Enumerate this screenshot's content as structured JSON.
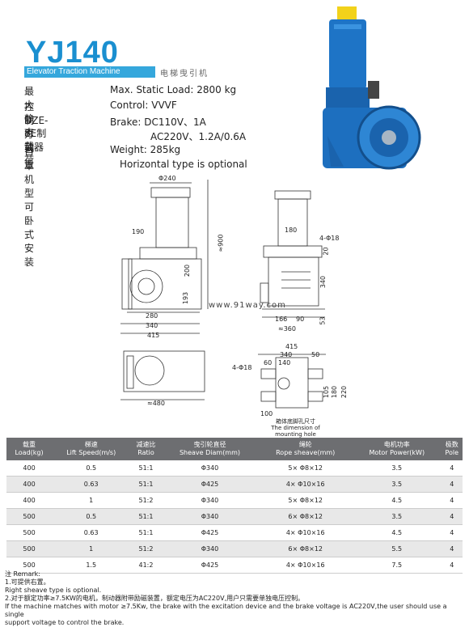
{
  "header": {
    "logo": "YJ140",
    "subtitle_en": "Elevator Traction Machine",
    "subtitle_cn": "电梯曳引机"
  },
  "specs": [
    {
      "cn": "最大静态载荷",
      "en": "Max. Static Load: 2800 kg"
    },
    {
      "cn": "控 制 方 式",
      "en": "Control: VVVF"
    },
    {
      "cn": "DZE-8E制动器",
      "en": "Brake: DC110V、1A"
    },
    {
      "cn": "",
      "en": "AC220V、1.2A/0.6A"
    },
    {
      "cn": "自          重",
      "en": "Weight: 285kg"
    },
    {
      "cn": "本机型可卧式安装",
      "en": "Horizontal type is optional"
    }
  ],
  "dims_front": {
    "d240": "Φ240",
    "h900": "≈900",
    "w190": "190",
    "w200": "200",
    "w193": "193",
    "w280": "280",
    "w340": "340",
    "w415": "415",
    "w480": "≈480"
  },
  "dims_side": {
    "d180": "180",
    "d20": "20",
    "hole": "4-Φ18",
    "d340": "340",
    "d53": "53",
    "d166": "166",
    "d90": "90",
    "d360": "≈360"
  },
  "dims_holes": {
    "w415": "415",
    "w340": "340",
    "w50": "50",
    "w60": "60",
    "w140": "140",
    "hole": "4-Φ18",
    "h105": "105",
    "h180": "180",
    "h220": "220",
    "w100": "100",
    "caption_cn": "箱体底脚孔尺寸",
    "caption_en": "The dimension of mounting hole"
  },
  "watermark": "www.91way.com",
  "table": {
    "headers": [
      {
        "cn": "载重",
        "en": "Load(kg)"
      },
      {
        "cn": "梯速",
        "en": "Lift Speed(m/s)"
      },
      {
        "cn": "减速比",
        "en": "Ratio"
      },
      {
        "cn": "曳引轮直径",
        "en": "Sheave Diam(mm)"
      },
      {
        "cn": "绳轮",
        "en": "Rope sheave(mm)"
      },
      {
        "cn": "电机功率",
        "en": "Motor Power(kW)"
      },
      {
        "cn": "极数",
        "en": "Pole"
      }
    ],
    "rows": [
      [
        "400",
        "0.5",
        "51:1",
        "Φ340",
        "5× Φ8×12",
        "3.5",
        "4"
      ],
      [
        "400",
        "0.63",
        "51:1",
        "Φ425",
        "4× Φ10×16",
        "3.5",
        "4"
      ],
      [
        "400",
        "1",
        "51:2",
        "Φ340",
        "5× Φ8×12",
        "4.5",
        "4"
      ],
      [
        "500",
        "0.5",
        "51:1",
        "Φ340",
        "6× Φ8×12",
        "3.5",
        "4"
      ],
      [
        "500",
        "0.63",
        "51:1",
        "Φ425",
        "4× Φ10×16",
        "4.5",
        "4"
      ],
      [
        "500",
        "1",
        "51:2",
        "Φ340",
        "6× Φ8×12",
        "5.5",
        "4"
      ],
      [
        "500",
        "1.5",
        "41:2",
        "Φ425",
        "4× Φ10×16",
        "7.5",
        "4"
      ]
    ]
  },
  "remark": {
    "title": "注 Remark:",
    "l1": "1.可提供右置。",
    "l2": "Right sheave type is optional.",
    "l3": "2.对于额定功率≥7.5KW的电机，制动器附带励磁装置，额定电压为AC220V,用户只需要单独电压控制。",
    "l4": "If the machine matches with motor ≥7.5Kw, the brake with the excitation device and the brake voltage is AC220V,the user should use a single",
    "l5": "support voltage to control the brake."
  },
  "colors": {
    "brand": "#1a8fd0",
    "machine_blue": "#1e74c6",
    "table_header": "#6d6e71"
  }
}
